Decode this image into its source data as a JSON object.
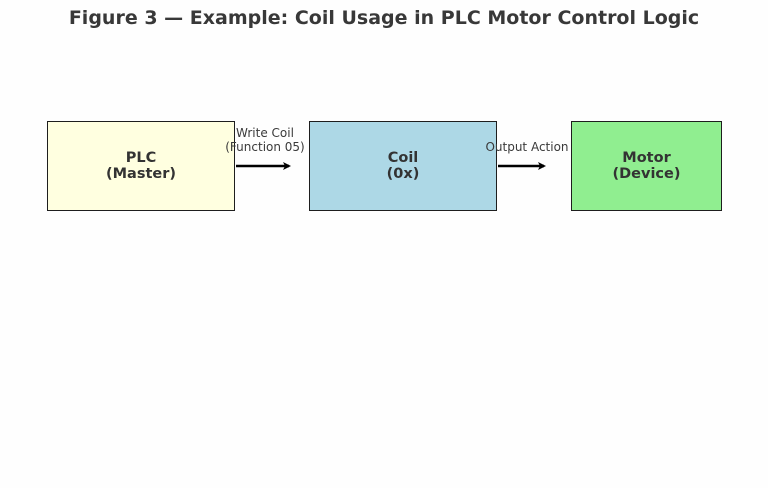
{
  "title": "Figure 3 — Example: Coil Usage in PLC Motor Control Logic",
  "colors": {
    "plc_fill": "#ffffe0",
    "coil_fill": "#add8e6",
    "motor_fill": "#90ee90",
    "border": "#1e1e1e",
    "arrow": "#000000"
  },
  "nodes": {
    "plc": {
      "line1": "PLC",
      "line2": "(Master)"
    },
    "coil": {
      "line1": "Coil",
      "line2": "(0x)"
    },
    "motor": {
      "line1": "Motor",
      "line2": "(Device)"
    }
  },
  "edges": {
    "plc_to_coil": {
      "line1": "Write Coil",
      "line2": "(Function 05)"
    },
    "coil_to_motor": {
      "line1": "Output Action"
    }
  }
}
